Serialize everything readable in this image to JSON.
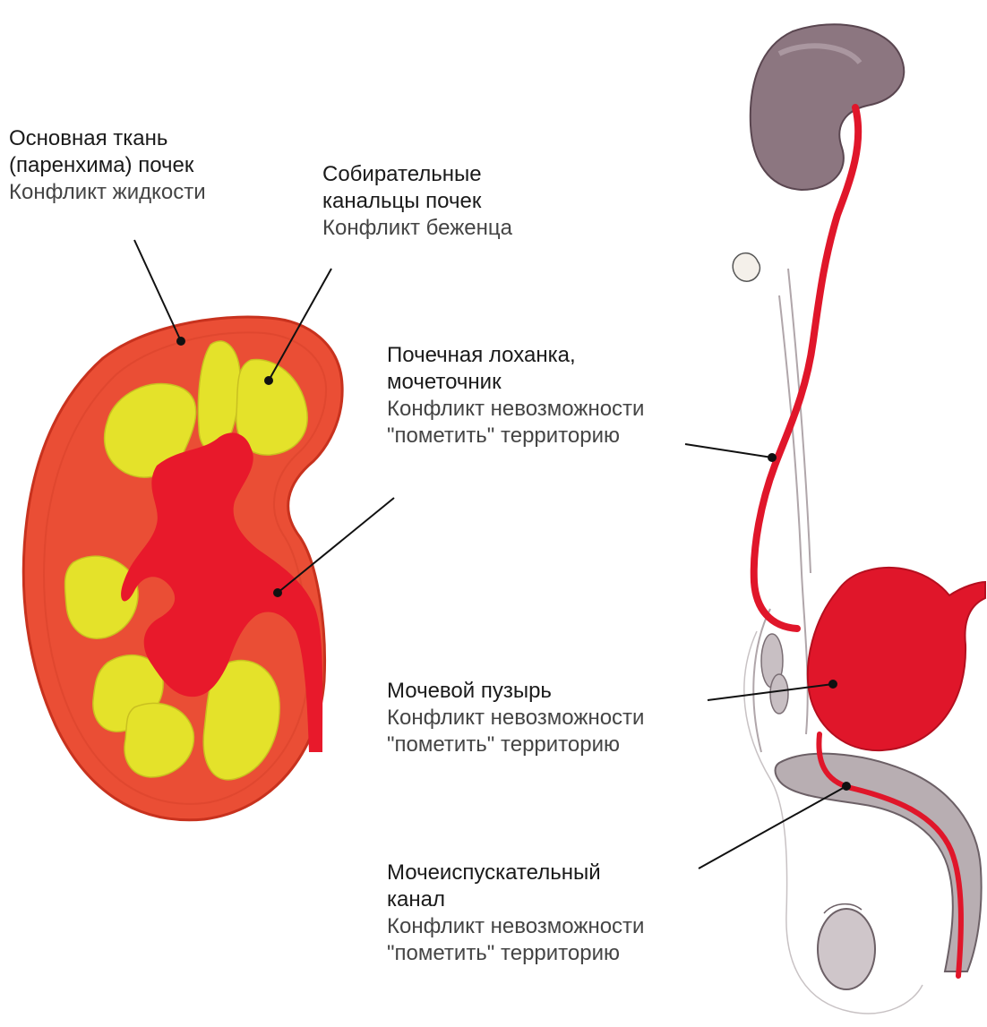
{
  "colors": {
    "parenchyma": "#ea4e35",
    "parenchyma_edge": "#c8321e",
    "collecting": "#e4e22a",
    "pelvis": "#e8192b",
    "urinary_tract": "#e0162a",
    "kidney_right": "#8c7680",
    "genital_gray": "#b8aeb2",
    "leader_line": "#111111"
  },
  "labels": {
    "parenchyma": {
      "line1": "Основная ткань",
      "line2": "(паренхима) почек",
      "conflict": "Конфликт жидкости"
    },
    "collecting": {
      "line1": "Собирательные",
      "line2": "канальцы почек",
      "conflict": "Конфликт беженца"
    },
    "pelvis": {
      "line1": "Почечная лоханка,",
      "line2": "мочеточник",
      "conflict1": "Конфликт невозможности",
      "conflict2": "\"пометить\" территорию"
    },
    "bladder": {
      "line1": "Мочевой пузырь",
      "conflict1": "Конфликт невозможности",
      "conflict2": "\"пометить\" территорию"
    },
    "urethra": {
      "line1": "Мочеиспускательный",
      "line2": "канал",
      "conflict1": "Конфликт невозможности",
      "conflict2": "\"пометить\" территорию"
    }
  }
}
